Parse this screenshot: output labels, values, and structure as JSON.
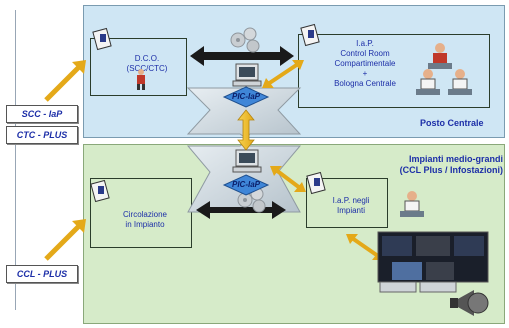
{
  "left_labels": {
    "scc": "SCC - IaP",
    "ctc": "CTC - PLUS",
    "ccl": "CCL - PLUS"
  },
  "top_panel": {
    "title": "Posto Centrale",
    "dcd_box": {
      "line1": "D.C.O.",
      "line2": "(SCC/CTC)"
    },
    "iap_box": {
      "line1": "I.a.P.",
      "line2": "Control Room",
      "line3": "Compartimentale",
      "line4": "+",
      "line5": "Bologna Centrale"
    }
  },
  "bottom_panel": {
    "title_line1": "Impianti medio-grandi",
    "title_line2": "(CCL Plus / Infostazioni)",
    "circolazione_box": {
      "line1": "Circolazione",
      "line2": "in Impianto"
    },
    "iap_box": {
      "line1": "I.a.P. negli",
      "line2": "Impianti"
    }
  },
  "pic_labels": {
    "top": "PIC-IaP",
    "bottom": "PIC-IaP"
  },
  "colors": {
    "panel_top": "#cfe6f4",
    "panel_bottom": "#d6ebc9",
    "text_blue": "#1d2fa8",
    "arrow_yellow": "#f2c12e",
    "diamond_blue": "#3f86d8"
  },
  "icons": [
    "document-speaker-icon",
    "person-icon",
    "computer-terminal-icon",
    "gear-cluster-icon",
    "operator-desk-icon",
    "monitor-wall-icon",
    "loudspeaker-icon"
  ]
}
